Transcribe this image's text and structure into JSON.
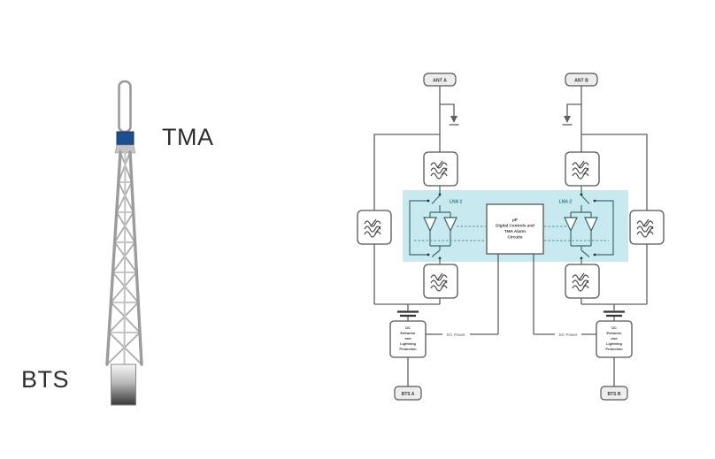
{
  "tower": {
    "tma_label": "TMA",
    "bts_label": "BTS"
  },
  "schematic": {
    "ant_port_a": "ANT A",
    "ant_port_b": "ANT B",
    "lna1_label": "LNA 1",
    "lna2_label": "LNA 2",
    "control_unit_lines": [
      "µP",
      "Digital Controls and",
      "TMA Alarm",
      "Circuits"
    ],
    "dc_extractor_lines": [
      "DC",
      "Extractor",
      "and",
      "Lightning",
      "Protection"
    ],
    "dc_power_label_left": "DC Power",
    "dc_power_label_right": "DC Power",
    "bts_port_a": "BTS A",
    "bts_port_b": "BTS B"
  },
  "colors": {
    "highlight": "#c9e9f0",
    "schematic_line": "#5f5f5f",
    "lna_accent": "#1f7a74",
    "tma_unit_blue": "#1c4f90"
  }
}
